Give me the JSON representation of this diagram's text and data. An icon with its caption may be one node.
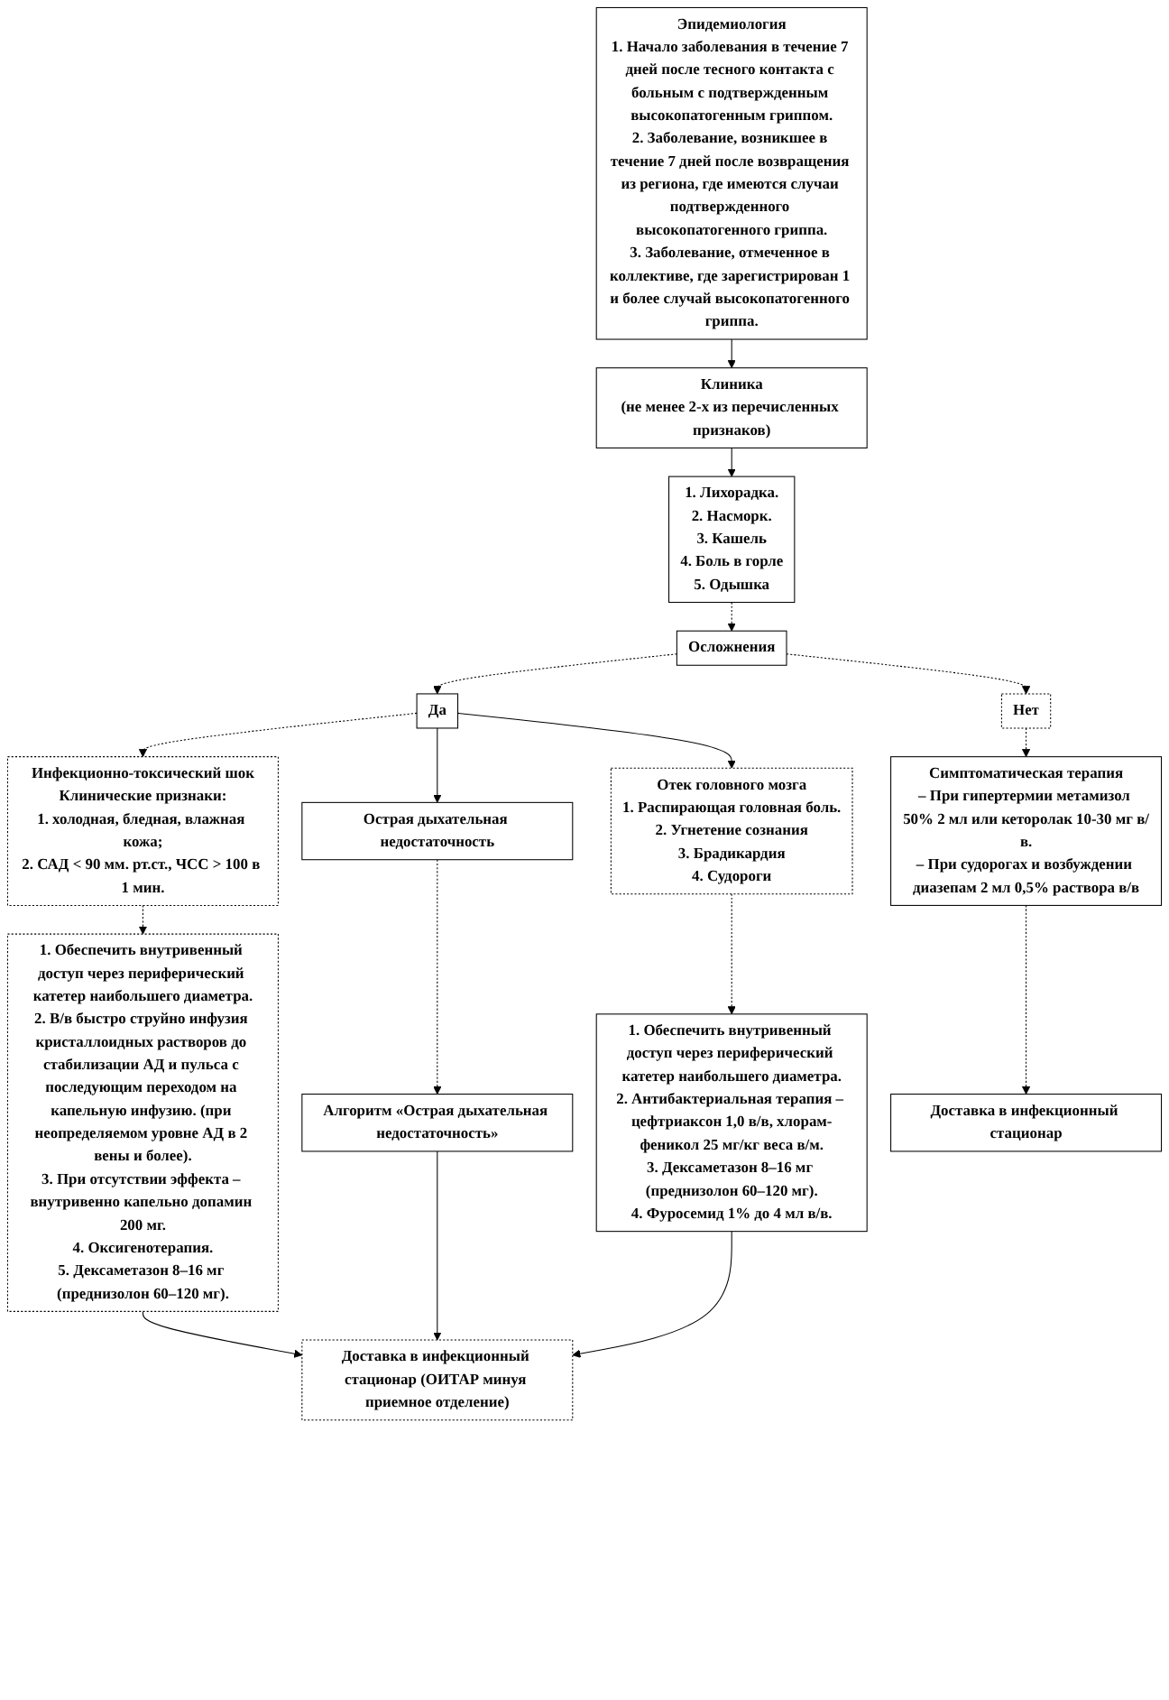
{
  "diagram": {
    "nodes": [
      {
        "text": [
          "Эпидемиология",
          "1. Начало заболевания в течение 7 дней после тесного контакта с больным с подтвержденным высокопатогенным гриппом.",
          "2. Заболевание, возникшее в течение 7 дней после возвращения из региона, где имеются случаи подтвержденного высокопатогенного гриппа.",
          "3. Заболевание, отмеченное в коллективе, где зарегистрирован 1 и более случай высокопатогенного гриппа."
        ]
      },
      {
        "text": [
          "1. Лихорадка.",
          "2. Насморк.",
          "3. Кашель",
          "4. Боль в горле",
          "5. Одышка"
        ]
      },
      {
        "text": [
          "Клиника",
          "(не менее 2-х из перечисленных признаков)"
        ]
      },
      {
        "text": [
          "Осложнения"
        ]
      },
      {
        "text": [
          "Да"
        ]
      },
      {
        "text": [
          "Инфекционно-токсический шок",
          "Клинические признаки:",
          "1. холодная, бледная, влажная кожа;",
          "2. САД < 90 мм. рт.ст., ЧСС > 100 в 1 мин."
        ]
      },
      {
        "text": [
          "1. Обеспечить внутривенный доступ через периферический катетер наибольшего диаметра.",
          "2. В/в быстро струйно инфузия кристаллоидных растворов до стабилизации АД и пульса с последующим переходом на капельную инфузию. (при неопределяемом уровне АД в 2 вены и более).",
          "3. При отсутствии эффекта – внутривенно капельно допамин 200 мг.",
          "4. Оксигенотерапия.",
          "5. Дексаметазон 8–16 мг (преднизолон 60–120 мг)."
        ]
      },
      {
        "text": [
          "Нет"
        ]
      },
      {
        "text": [
          "Острая дыхательная недостаточность"
        ]
      },
      {
        "text": [
          "Алгоритм «Острая дыхательная недостаточность»"
        ]
      },
      {
        "text": [
          "Доставка в инфекционный стационар (ОИТАР минуя приемное отделение)"
        ]
      },
      {
        "text": [
          "Симптоматическая терапия",
          "– При гипертермии метамизол 50% 2 мл или кеторолак 10-30 мг в/в.",
          "– При судорогах и возбуждении диазепам 2 мл 0,5% раствора в/в"
        ]
      },
      {
        "text": [
          "Доставка в инфекционный стационар"
        ]
      },
      {
        "text": [
          "Отек головного мозга",
          "1. Распирающая головная боль.",
          "2. Угнетение сознания",
          "3. Брадикардия",
          "4. Судороги"
        ]
      },
      {
        "text": [
          "1. Обеспечить внутривенный доступ через периферический катетер наибольшего диаметра.",
          "2. Антибактериальная терапия – цефтриаксон 1,0 в/в, хлорам-феникол 25 мг/кг веса в/м.",
          "3. Дексаметазон 8–16 мг (преднизолон 60–120 мг).",
          "4. Фуросемид 1% до 4 мл в/в."
        ]
      }
    ],
    "edges": [
      {
        "from": 0,
        "to": 2,
        "arrow": "to"
      },
      {
        "from": 2,
        "to": 1,
        "arrow": "to"
      },
      {
        "from": 1,
        "to": 3,
        "arrow": "to",
        "style": "dashed"
      },
      {
        "from": 3,
        "to": 4,
        "arrow": "to",
        "style": "dashed"
      },
      {
        "from": 4,
        "to": 5,
        "arrow": "to",
        "style": "dashed"
      },
      {
        "from": 5,
        "to": 6,
        "arrow": "to",
        "style": "dashed"
      },
      {
        "from": 3,
        "to": 7,
        "arrow": "to",
        "style": "dashed"
      },
      {
        "from": 7,
        "to": 11,
        "arrow": "to",
        "style": "dashed"
      },
      {
        "from": 11,
        "to": 12,
        "arrow": "to",
        "style": "dashed"
      },
      {
        "from": 4,
        "to": 8,
        "arrow": "to"
      },
      {
        "from": 4,
        "to": 13,
        "arrow": "to"
      },
      {
        "from": 8,
        "to": 9,
        "arrow": "to",
        "style": "dashed"
      },
      {
        "from": 9,
        "to": 10,
        "arrow": "to"
      },
      {
        "from": 6,
        "to": 10,
        "arrow": "to"
      },
      {
        "from": 13,
        "to": 14,
        "arrow": "to",
        "style": "dashed"
      },
      {
        "from": 14,
        "to": 10,
        "arrow": "to"
      }
    ]
  }
}
